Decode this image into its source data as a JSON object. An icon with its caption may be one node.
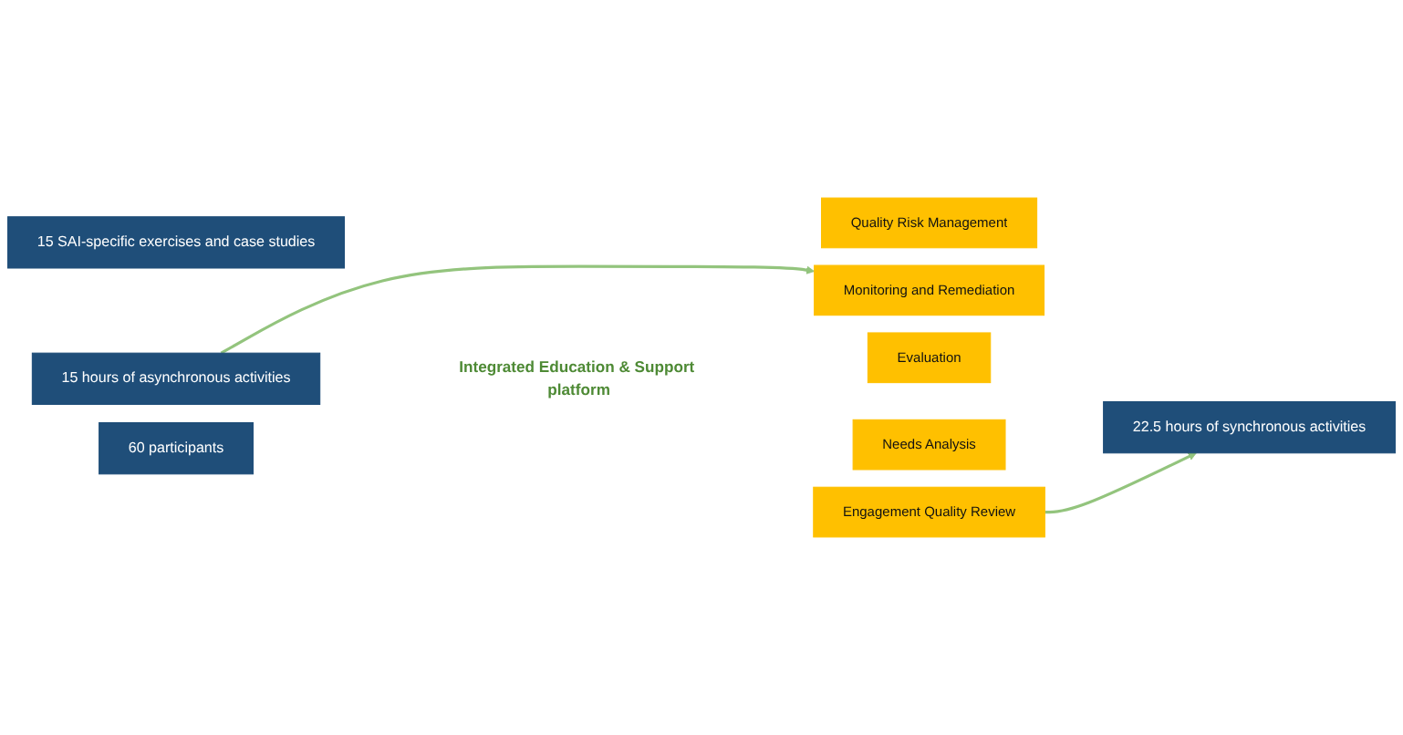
{
  "diagram": {
    "nodes": [
      {
        "text": [
          "60 participants"
        ]
      },
      {
        "text": [
          "15 hours of asynchronous activities"
        ]
      },
      {
        "text": [
          "22.5 hours of synchronous activities"
        ]
      },
      {
        "text": [
          "15 SAI-specific exercises and case studies"
        ]
      },
      {
        "text": [
          "Integrated Education & Support platform"
        ]
      },
      {
        "text": [
          "Quality Risk Management"
        ]
      },
      {
        "text": [
          "Monitoring and Remediation"
        ]
      },
      {
        "text": [
          "Evaluation"
        ]
      },
      {
        "text": [
          "Engagement Quality Review"
        ]
      },
      {
        "text": [
          "Needs Analysis"
        ]
      }
    ],
    "edges": [
      {
        "from": 1,
        "to": 6,
        "arrow": "to",
        "color": "#93c47d"
      },
      {
        "from": 8,
        "to": 2,
        "arrow": "to",
        "color": "#93c47d"
      }
    ]
  }
}
